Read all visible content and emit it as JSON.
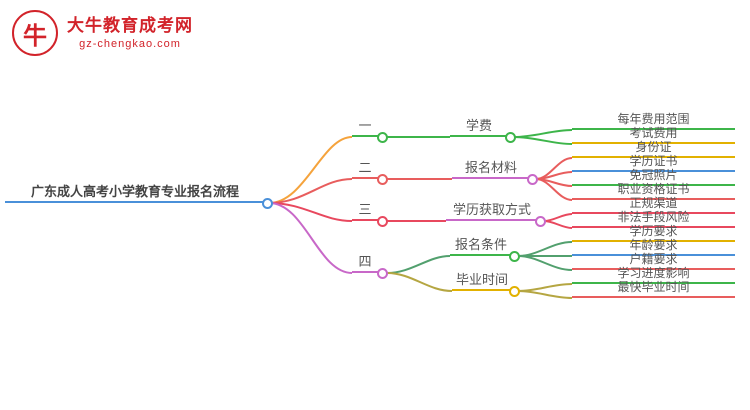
{
  "brand": {
    "title": "大牛教育成考网",
    "domain": "gz-chengkao.com",
    "logo_glyph": "牛",
    "color": "#d2232a"
  },
  "palette": {
    "green": "#3db54a",
    "yellow": "#e2b100",
    "blue": "#4a90d9",
    "red": "#e85d5d",
    "crimson": "#e8485e",
    "magenta": "#c868c8",
    "orange": "#f5a33c",
    "olive": "#b5a642",
    "teal": "#52a06e",
    "root_accent": "#4a90d9"
  },
  "mindmap": {
    "root": {
      "label": "广东成人高考小学教育专业报名流程"
    },
    "branches": [
      {
        "index": "一",
        "topic": "学费",
        "children": [
          "每年费用范围",
          "考试费用"
        ]
      },
      {
        "index": "二",
        "topic": "报名材料",
        "children": [
          "身份证",
          "学历证书",
          "免冠照片",
          "职业资格证书"
        ]
      },
      {
        "index": "三",
        "topic": "学历获取方式",
        "children": [
          "正规渠道",
          "非法手段风险"
        ]
      },
      {
        "index": "四",
        "topics": [
          {
            "topic": "报名条件",
            "children": [
              "学历要求",
              "年龄要求",
              "户籍要求"
            ]
          },
          {
            "topic": "毕业时间",
            "children": [
              "学习进度影响",
              "最快毕业时间"
            ]
          }
        ]
      }
    ]
  }
}
